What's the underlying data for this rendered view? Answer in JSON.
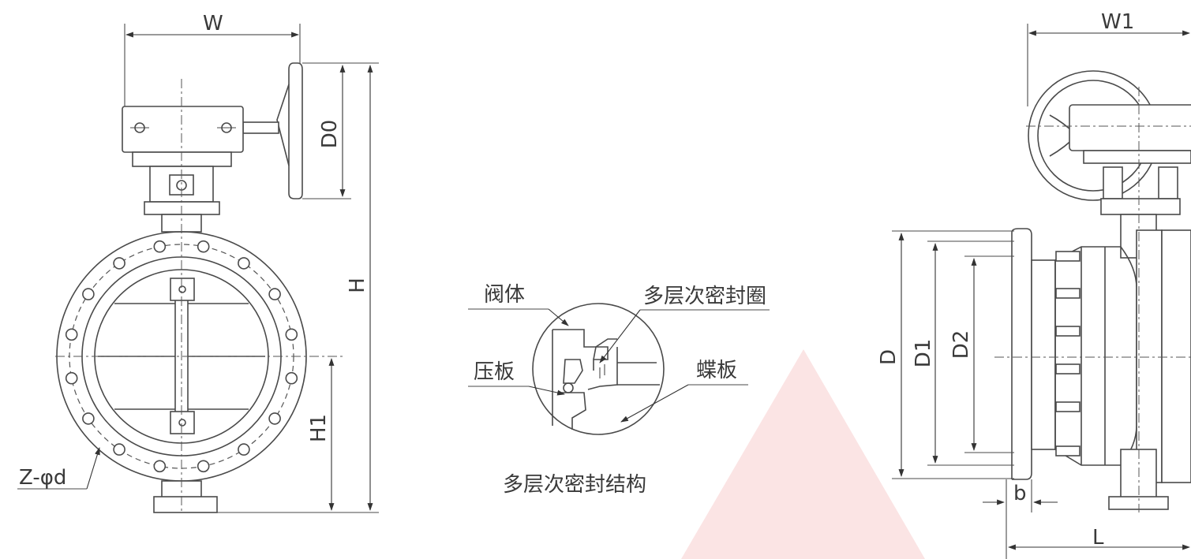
{
  "front_view": {
    "width_label": "W",
    "handwheel_label": "D0",
    "height_label": "H",
    "center_height_label": "H1",
    "bolt_hole_label": "Z-φd"
  },
  "detail_view": {
    "body_label": "阀体",
    "seal_ring_label": "多层次密封圈",
    "pressure_plate_label": "压板",
    "disc_label": "蝶板",
    "caption": "多层次密封结构"
  },
  "side_view": {
    "width_label": "W1",
    "flange_od_label": "D",
    "bolt_circle_label": "D1",
    "raised_face_label": "D2",
    "flange_thickness_label": "b",
    "length_label": "L"
  },
  "colors": {
    "line": "#4a4a4a",
    "watermark": "#fbe4e4"
  }
}
